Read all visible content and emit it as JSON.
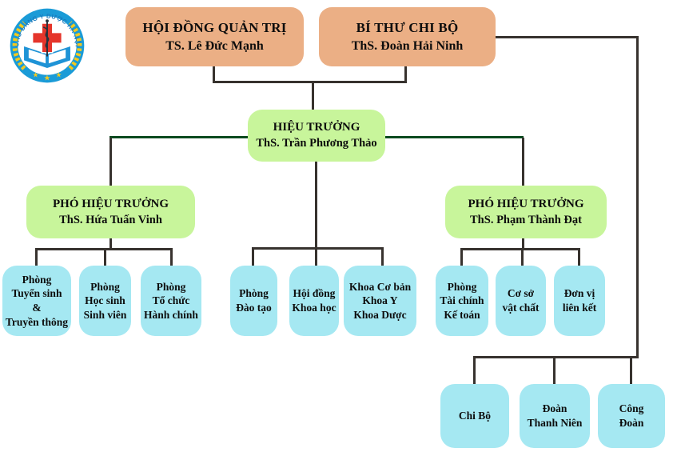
{
  "logo": {
    "arc_text": "CAO ĐẲNG Y DƯỢC HÀ NỘI"
  },
  "nodes": {
    "board": {
      "title": "HỘI ĐỒNG QUẢN TRỊ",
      "person": "TS. Lê Đức Mạnh"
    },
    "party_secretary": {
      "title": "BÍ THƯ CHI BỘ",
      "person": "ThS. Đoàn Hải Ninh"
    },
    "principal": {
      "title": "HIỆU TRƯỞNG",
      "person": "ThS. Trần Phương Thảo"
    },
    "vice_principal_left": {
      "title": "PHÓ HIỆU TRƯỞNG",
      "person": "ThS. Hứa Tuấn Vinh"
    },
    "vice_principal_right": {
      "title": "PHÓ HIỆU TRƯỞNG",
      "person": "ThS. Phạm Thành Đạt"
    }
  },
  "departments": [
    {
      "id": "tuyen-sinh-truyen-thong",
      "label": "Phòng\nTuyển sinh\n&\nTruyền thông"
    },
    {
      "id": "hoc-sinh-sinh-vien",
      "label": "Phòng\nHọc sinh\nSinh viên"
    },
    {
      "id": "to-chuc-hanh-chinh",
      "label": "Phòng\nTổ chức\nHành chính"
    },
    {
      "id": "dao-tao",
      "label": "Phòng\nĐào tạo"
    },
    {
      "id": "hoi-dong-khoa-hoc",
      "label": "Hội đồng\nKhoa học"
    },
    {
      "id": "khoa",
      "label": "Khoa Cơ bản\nKhoa Y\nKhoa Dược"
    },
    {
      "id": "tai-chinh-ke-toan",
      "label": "Phòng\nTài chính\nKế toán"
    },
    {
      "id": "co-so-vat-chat",
      "label": "Cơ sở\nvật chất"
    },
    {
      "id": "don-vi-lien-ket",
      "label": "Đơn vị\nliên kết"
    },
    {
      "id": "chi-bo",
      "label": "Chi Bộ"
    },
    {
      "id": "doan-thanh-nien",
      "label": "Đoàn\nThanh Niên"
    },
    {
      "id": "cong-doan",
      "label": "Công\nĐoàn"
    }
  ],
  "colors": {
    "executive_box": "#EBAF85",
    "leadership_box": "#C8F59B",
    "unit_box": "#A5E8F2",
    "connector": "#37322E",
    "connector_accent": "#0B4A1F",
    "logo_blue": "#1A9BD7",
    "logo_red": "#E5352B",
    "logo_gold": "#F5C91C"
  }
}
